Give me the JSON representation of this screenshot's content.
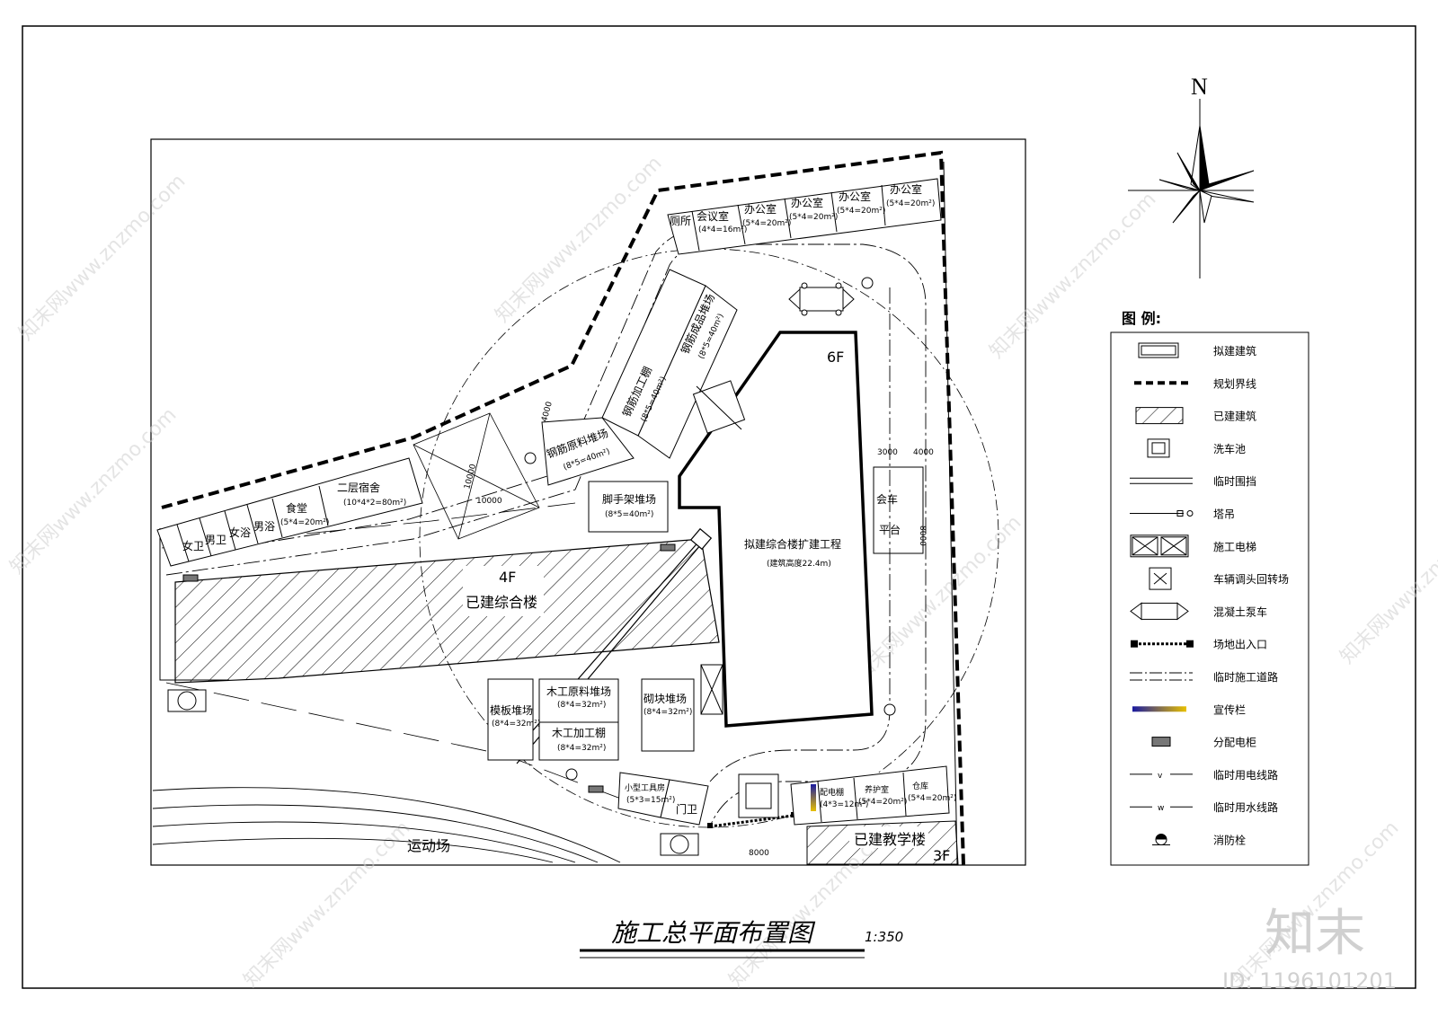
{
  "drawing": {
    "title": "施工总平面布置图",
    "scale": "1:350",
    "north": "N",
    "legend_title": "图 例:"
  },
  "labels": {
    "toilet": "厕所",
    "meeting": "会议室",
    "meeting_size": "(4*4=16m²)",
    "office": "办公室",
    "office_size": "(5*4=20m²)",
    "steel_finished": "钢筋成品堆场",
    "steel_finished_size": "(8*5=40m²)",
    "steel_process": "钢筋加工棚",
    "steel_process_size": "(8*5=40m²)",
    "steel_raw": "钢筋原料堆场",
    "steel_raw_size": "(8*5=40m²)",
    "scaffold": "脚手架堆场",
    "scaffold_size": "(8*5=40m²)",
    "dorm": "二层宿舍",
    "dorm_size": "(10*4*2=80m²)",
    "canteen": "食堂",
    "canteen_size": "(5*4=20m²)",
    "w_toilet": "女卫",
    "m_toilet": "男卫",
    "w_bath": "女浴",
    "m_bath": "男浴",
    "existing_floors": "4F",
    "existing_name": "已建综合楼",
    "proposed_floors": "6F",
    "proposed_name": "拟建综合楼扩建工程",
    "proposed_height": "(建筑高度22.4m)",
    "passing": "会车",
    "platform": "平台",
    "dim_3000": "3000",
    "dim_4000_r": "4000",
    "dim_4000_l": "4000",
    "dim_8000": "8000",
    "dim_10000_a": "10000",
    "dim_10000_b": "10000",
    "dim_8000_bottom": "8000",
    "formwork": "模板堆场",
    "formwork_size": "(8*4=32m²)",
    "wood_raw": "木工原料堆场",
    "wood_raw_size": "(8*4=32m²)",
    "wood_process": "木工加工棚",
    "wood_process_size": "(8*4=32m²)",
    "block": "砌块堆场",
    "block_size": "(8*4=32m²)",
    "tool_shed": "小型工具房",
    "tool_shed_size": "(5*3=15m²)",
    "gate": "门卫",
    "dist_room": "配电棚",
    "dist_room_size": "(4*3=12m²)",
    "curing": "养护室",
    "curing_size": "(5*4=20m²)",
    "warehouse": "仓库",
    "warehouse_size": "(5*4=20m²)",
    "sports": "运动场",
    "teaching": "已建教学楼",
    "teaching_floors": "3F",
    "line_w": "w",
    "line_v": "v"
  },
  "legend": [
    {
      "icon": "proposed-building",
      "label": "拟建建筑"
    },
    {
      "icon": "boundary",
      "label": "规划界线"
    },
    {
      "icon": "existing-building",
      "label": "已建建筑"
    },
    {
      "icon": "wash-pool",
      "label": "洗车池"
    },
    {
      "icon": "temp-fence",
      "label": "临时围挡"
    },
    {
      "icon": "tower-crane",
      "label": "塔吊"
    },
    {
      "icon": "construction-elevator",
      "label": "施工电梯"
    },
    {
      "icon": "turnaround",
      "label": "车辆调头回转场"
    },
    {
      "icon": "pump-truck",
      "label": "混凝土泵车"
    },
    {
      "icon": "site-entrance",
      "label": "场地出入口"
    },
    {
      "icon": "temp-road",
      "label": "临时施工道路"
    },
    {
      "icon": "notice-board",
      "label": "宣传栏"
    },
    {
      "icon": "distribution-box",
      "label": "分配电柜"
    },
    {
      "icon": "power-line",
      "label": "临时用电线路",
      "glyph": "v"
    },
    {
      "icon": "water-line",
      "label": "临时用水线路",
      "glyph": "w"
    },
    {
      "icon": "hydrant",
      "label": "消防栓"
    }
  ],
  "brand": {
    "logo": "知末",
    "id_text": "ID: 1196101201",
    "watermark": "知末网www.znzmo.com"
  }
}
